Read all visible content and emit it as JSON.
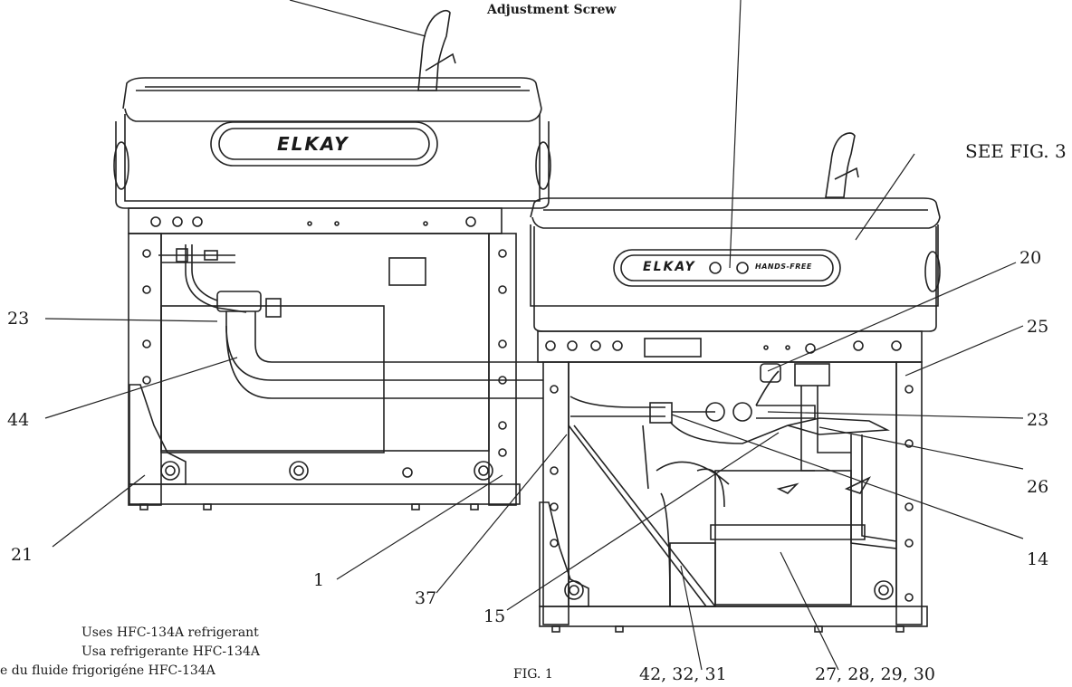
{
  "labels": {
    "adjustment_screw": "Adjustment Screw",
    "see_fig3": "SEE FIG. 3",
    "fig": "FIG. 1",
    "c20": "20",
    "c25": "25",
    "c23_left": "23",
    "c23_right": "23",
    "c44": "44",
    "c26": "26",
    "c14": "14",
    "c21": "21",
    "c1": "1",
    "c37": "37",
    "c15": "15",
    "c42_32_31": "42, 32, 31",
    "c27_30": "27, 28, 29, 30"
  },
  "branding": {
    "left_logo": "ELKAY",
    "right_logo": "ELKAY",
    "right_tag": "HANDS-FREE"
  },
  "notes": [
    "Uses HFC-134A refrigerant",
    "Usa refrigerante HFC-134A",
    "e du fluide frigorigéne HFC-134A"
  ]
}
